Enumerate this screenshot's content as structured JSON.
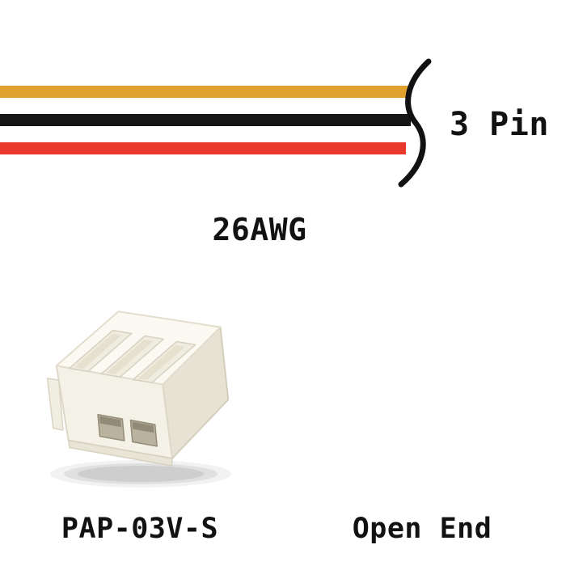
{
  "diagram": {
    "pin_count_label": "3 Pin",
    "wire_gauge_label": "26AWG",
    "connector_model_label": "PAP-03V-S",
    "end_type_label": "Open End",
    "wires": {
      "orange": "#E1A12E",
      "black": "#161616",
      "red": "#E8392C"
    },
    "brace_color": "#121212",
    "background": "#FFFFFF",
    "icons": {
      "brace": "curly-brace-icon",
      "connector": "jst-pa-connector-photo"
    }
  }
}
